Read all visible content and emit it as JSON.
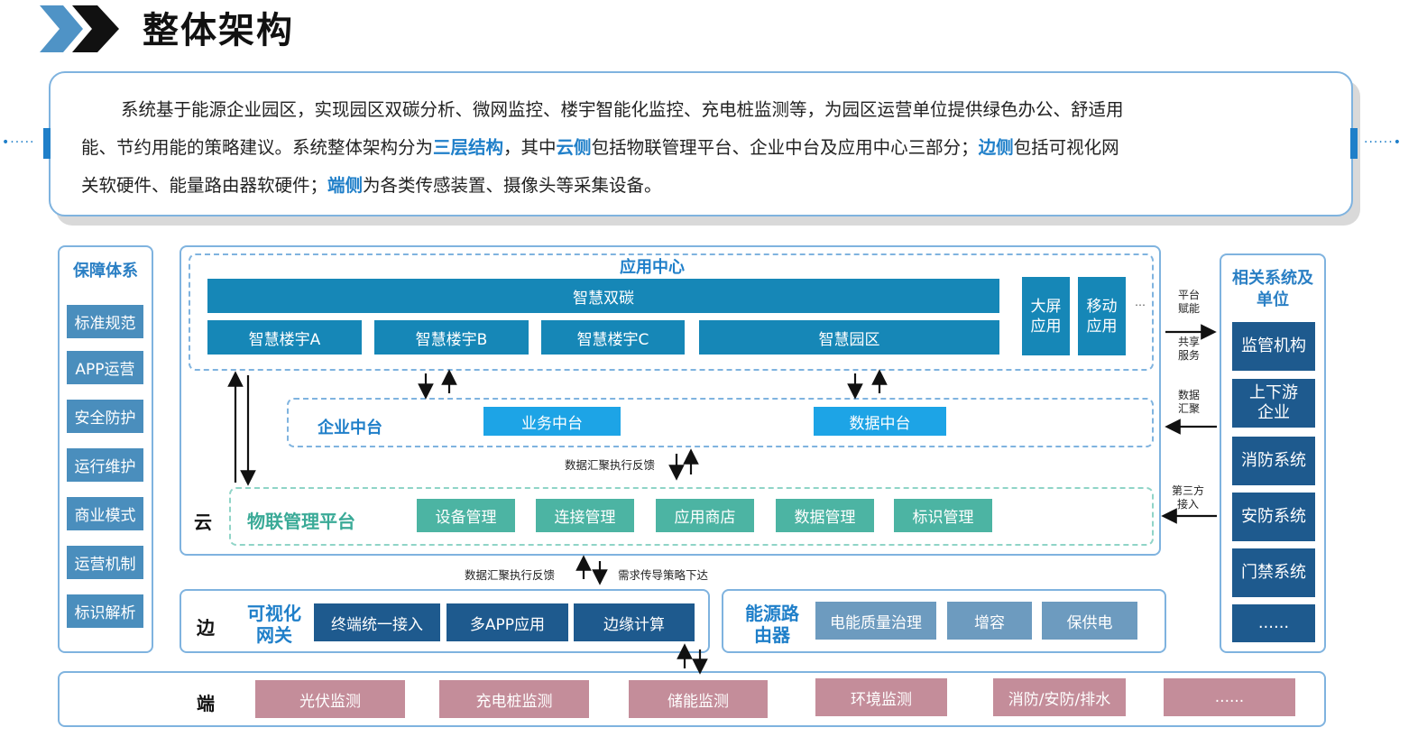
{
  "header": {
    "title": "整体架构"
  },
  "intro": {
    "p1": "系统基于能源企业园区，实现园区双碳分析、微网监控、楼宇智能化监控、充电桩监测等，为园区运营单位提供绿色办公、舒适用",
    "p2a": "能、节约用能的策略建议。系统整体架构分为",
    "p2b": "三层结构",
    "p2c": "，其中",
    "p2d": "云侧",
    "p2e": "包括物联管理平台、企业中台及应用中心三部分；",
    "p2f": "边侧",
    "p2g": "包括可视化网",
    "p3a": "关软硬件、能量路由器软硬件；",
    "p3b": "端侧",
    "p3c": "为各类传感装置、摄像头等采集设备。",
    "dots": "•·····"
  },
  "left_panel": {
    "title": "保障体系",
    "items": [
      "标准规范",
      "APP运营",
      "安全防护",
      "运行维护",
      "商业模式",
      "运营机制",
      "标识解析"
    ]
  },
  "cloud": {
    "label": "云",
    "app_center": {
      "title": "应用中心",
      "bar": "智慧双碳",
      "boxes": [
        "智慧楼宇A",
        "智慧楼宇B",
        "智慧楼宇C",
        "智慧园区"
      ],
      "side_boxes": [
        [
          "大屏",
          "应用"
        ],
        [
          "移动",
          "应用"
        ]
      ],
      "more": "…"
    },
    "enterprise": {
      "title": "企业中台",
      "boxes": [
        "业务中台",
        "数据中台"
      ],
      "feedback": "数据汇聚执行反馈"
    },
    "iot": {
      "title": "物联管理平台",
      "boxes": [
        "设备管理",
        "连接管理",
        "应用商店",
        "数据管理",
        "标识管理"
      ]
    }
  },
  "between": {
    "left": "数据汇聚执行反馈",
    "right": "需求传导策略下达"
  },
  "edge": {
    "label": "边",
    "gateway_title": [
      "可视化",
      "网关"
    ],
    "gateway_boxes": [
      "终端统一接入",
      "多APP应用",
      "边缘计算"
    ],
    "router_title": [
      "能源路",
      "由器"
    ],
    "router_boxes": [
      "电能质量治理",
      "增容",
      "保供电"
    ]
  },
  "terminal": {
    "label": "端",
    "boxes": [
      "光伏监测",
      "充电桩监测",
      "储能监测",
      "环境监测",
      "消防/安防/排水",
      "......"
    ]
  },
  "right_panel": {
    "title": [
      "相关系统及",
      "单位"
    ],
    "items": [
      [
        "监管机构"
      ],
      [
        "上下游",
        "企业"
      ],
      [
        "消防系统"
      ],
      [
        "安防系统"
      ],
      [
        "门禁系统"
      ],
      [
        "......"
      ]
    ]
  },
  "arrow_labels": {
    "a1": [
      "平台",
      "赋能"
    ],
    "a2": [
      "共享",
      "服务"
    ],
    "a3": [
      "数据",
      "汇聚"
    ],
    "a4": [
      "第三方",
      "接入"
    ]
  }
}
